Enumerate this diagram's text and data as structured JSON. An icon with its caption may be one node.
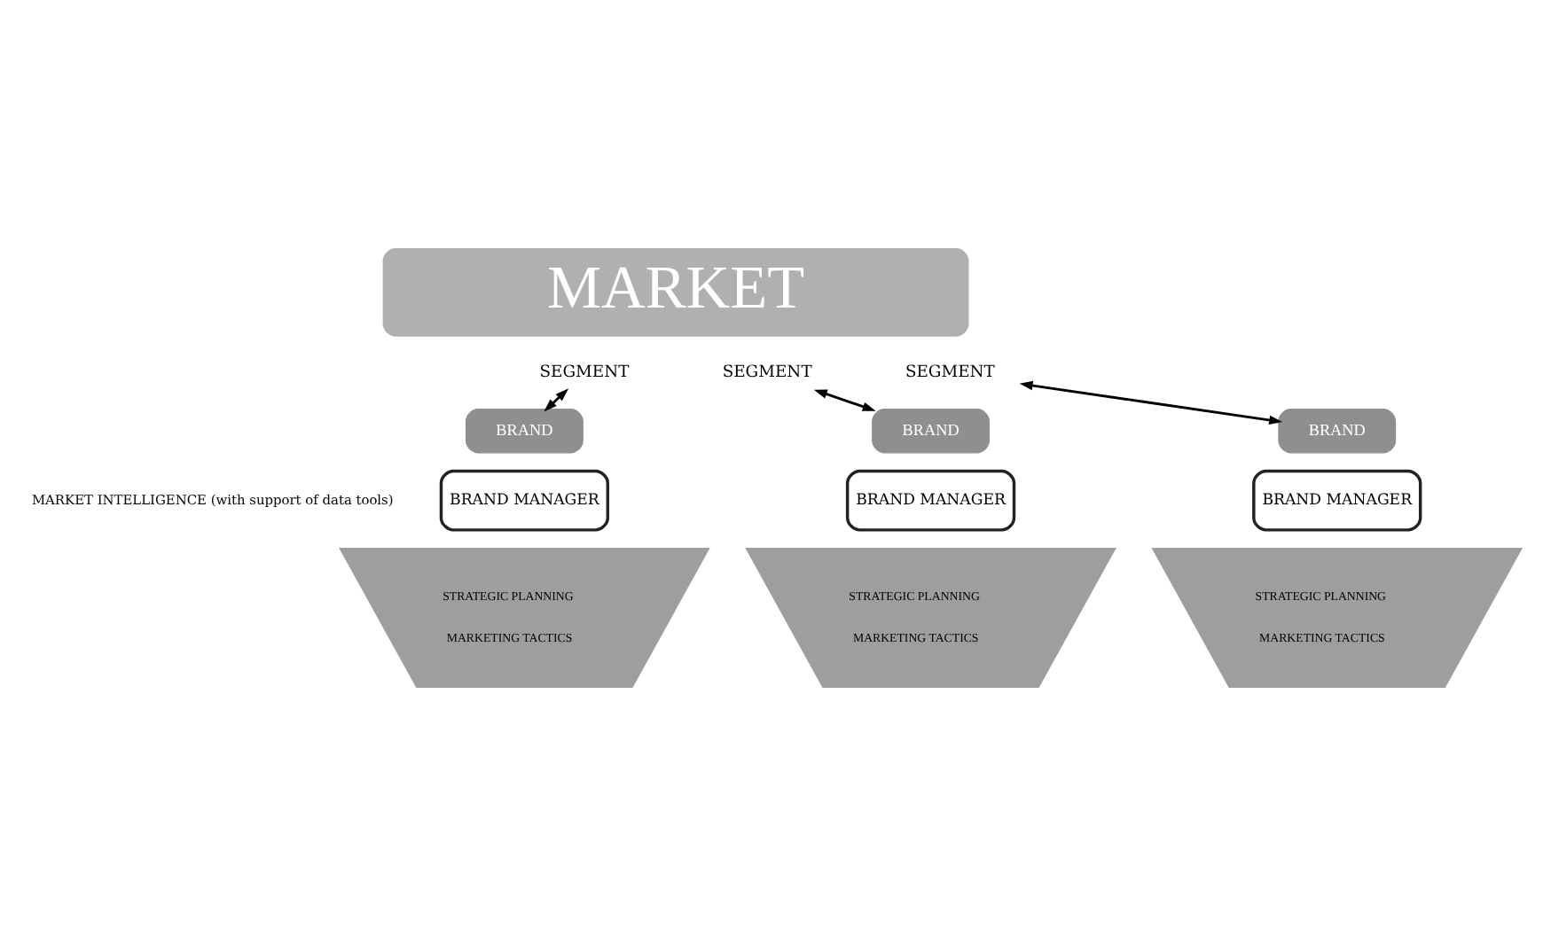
{
  "diagram": {
    "nodes": [
      {
        "text": [
          "MARKET"
        ]
      },
      {
        "text": [
          "SEGMENT"
        ]
      },
      {
        "text": [
          "BRAND"
        ]
      },
      {
        "text": [
          "BRAND MANAGER"
        ]
      },
      {
        "text": [
          "STRATEGIC PLANNING",
          "MARKETING TACTICS"
        ]
      },
      {
        "text": [
          "SEGMENT"
        ]
      },
      {
        "text": [
          "BRAND"
        ]
      },
      {
        "text": [
          "BRAND MANAGER"
        ]
      },
      {
        "text": [
          "STRATEGIC PLANNING",
          "MARKETING TACTICS"
        ]
      },
      {
        "text": [
          "SEGMENT"
        ]
      },
      {
        "text": [
          "BRAND"
        ]
      },
      {
        "text": [
          "BRAND MANAGER"
        ]
      },
      {
        "text": [
          "STRATEGIC PLANNING",
          "MARKETING TACTICS"
        ]
      }
    ],
    "edges": [
      {
        "from": 1,
        "to": 2,
        "arrow": "both"
      },
      {
        "from": 5,
        "to": 6,
        "arrow": "both"
      },
      {
        "from": 9,
        "to": 10,
        "arrow": "both"
      }
    ],
    "labels": [
      "MARKET INTELLIGENCE (with support of data tools)"
    ]
  }
}
